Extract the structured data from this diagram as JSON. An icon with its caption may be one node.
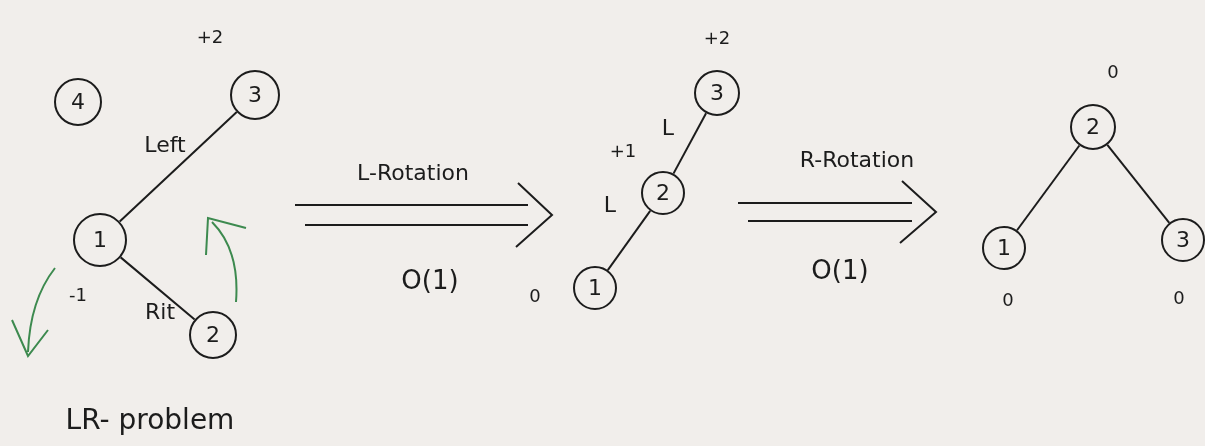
{
  "diagram": {
    "nodes": [
      {
        "text": [
          "4"
        ]
      },
      {
        "text": [
          "3"
        ],
        "beside": [
          "+2"
        ]
      },
      {
        "text": [
          "1"
        ],
        "beside": [
          "-1"
        ]
      },
      {
        "text": [
          "2"
        ]
      },
      {
        "text": [
          "3"
        ],
        "beside": [
          "+2"
        ]
      },
      {
        "text": [
          "2"
        ],
        "beside": [
          "+1"
        ]
      },
      {
        "text": [
          "1"
        ],
        "beside": [
          "0"
        ]
      },
      {
        "text": [
          "2"
        ],
        "beside": [
          "0"
        ]
      },
      {
        "text": [
          "1"
        ],
        "beside": [
          "0"
        ]
      },
      {
        "text": [
          "3"
        ],
        "beside": [
          "0"
        ]
      }
    ],
    "edges": [
      {
        "from": 1,
        "to": 2,
        "arrow": "none",
        "label": "Left"
      },
      {
        "from": 2,
        "to": 3,
        "arrow": "none",
        "label": "Rit"
      },
      {
        "from": 4,
        "to": 5,
        "arrow": "none",
        "label": "L"
      },
      {
        "from": 5,
        "to": 6,
        "arrow": "none",
        "label": "L"
      },
      {
        "from": 7,
        "to": 8,
        "arrow": "none"
      },
      {
        "from": 7,
        "to": 9,
        "arrow": "none"
      }
    ],
    "labels": [
      "L-Rotation",
      "O(1)",
      "R-Rotation",
      "O(1)",
      "LR- problem"
    ]
  }
}
